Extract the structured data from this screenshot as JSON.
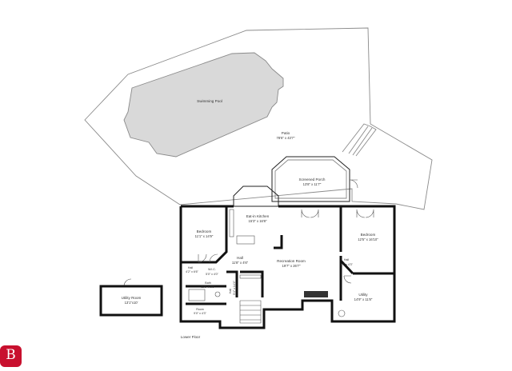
{
  "colors": {
    "pool": "#d9d9d9",
    "walls": "#111111",
    "outline": "#8a8a8a",
    "brand": "#c8102e"
  },
  "floor_label": "Lower Floor",
  "logo": {
    "letter": "B",
    "icon": "brand-logo-icon"
  },
  "rooms": {
    "pool": {
      "name": "Swimming Pool"
    },
    "patio": {
      "name": "Patio",
      "dim": "78'6\" x 43'7\""
    },
    "screened_porch": {
      "name": "Screened Porch",
      "dim": "13'8\" x 11'7\""
    },
    "kitchen": {
      "name": "Eat-in Kitchen",
      "dim": "15'3\" x 16'8\""
    },
    "bedroom_left": {
      "name": "Bedroom",
      "dim": "11'1\" x 14'9\""
    },
    "bedroom_right": {
      "name": "Bedroom",
      "dim": "12'5\" x 16'10\""
    },
    "hall_center": {
      "name": "Hall",
      "dim": "11'8\" x 4'6\""
    },
    "recreation": {
      "name": "Recreation Room",
      "dim": "19'7\" x 26'7\""
    },
    "hall_left": {
      "name": "Hall",
      "dim": "4'2\" x 6'6\""
    },
    "wic": {
      "name": "W.I.C.",
      "dim": "5'0\" x 4'0\""
    },
    "bath": {
      "name": "Bath",
      "dim": "11'1\" x 5'8\""
    },
    "room": {
      "name": "Room",
      "dim": "9'0\" x 4'3\""
    },
    "hall_stair": {
      "name": "Hall",
      "dim": "5'4\" x 14'4\""
    },
    "hall_right": {
      "name": "Hall",
      "dim": "3'4\" x 4'3\""
    },
    "utility_right": {
      "name": "Utility",
      "dim": "14'9\" x 11'8\""
    },
    "utility_room": {
      "name": "Utility Room",
      "dim": "13'1\"x10'"
    }
  }
}
